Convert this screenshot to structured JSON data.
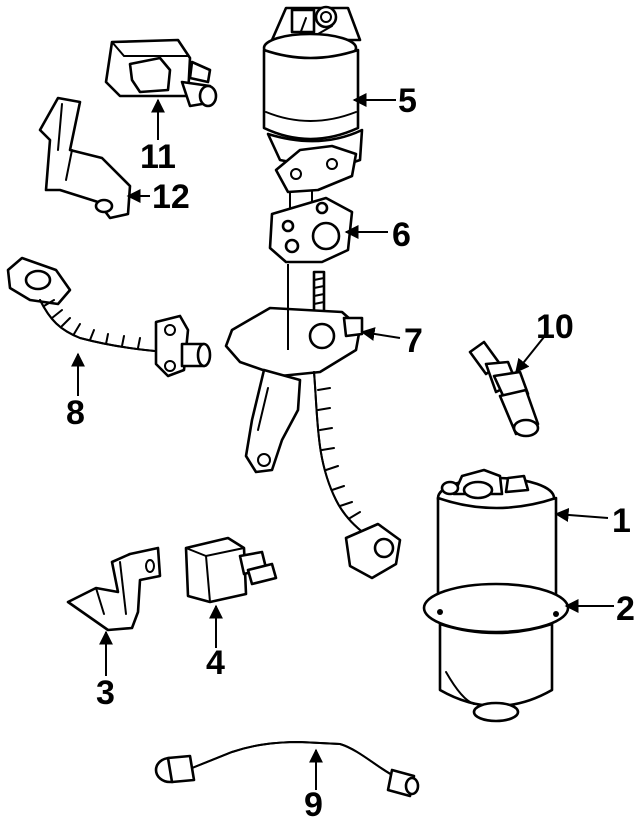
{
  "diagram": {
    "background": "#ffffff",
    "ink": "#000000",
    "callouts": [
      {
        "id": "1",
        "label": "1"
      },
      {
        "id": "2",
        "label": "2"
      },
      {
        "id": "3",
        "label": "3"
      },
      {
        "id": "4",
        "label": "4"
      },
      {
        "id": "5",
        "label": "5"
      },
      {
        "id": "6",
        "label": "6"
      },
      {
        "id": "7",
        "label": "7"
      },
      {
        "id": "8",
        "label": "8"
      },
      {
        "id": "9",
        "label": "9"
      },
      {
        "id": "10",
        "label": "10"
      },
      {
        "id": "11",
        "label": "11"
      },
      {
        "id": "12",
        "label": "12"
      }
    ]
  }
}
